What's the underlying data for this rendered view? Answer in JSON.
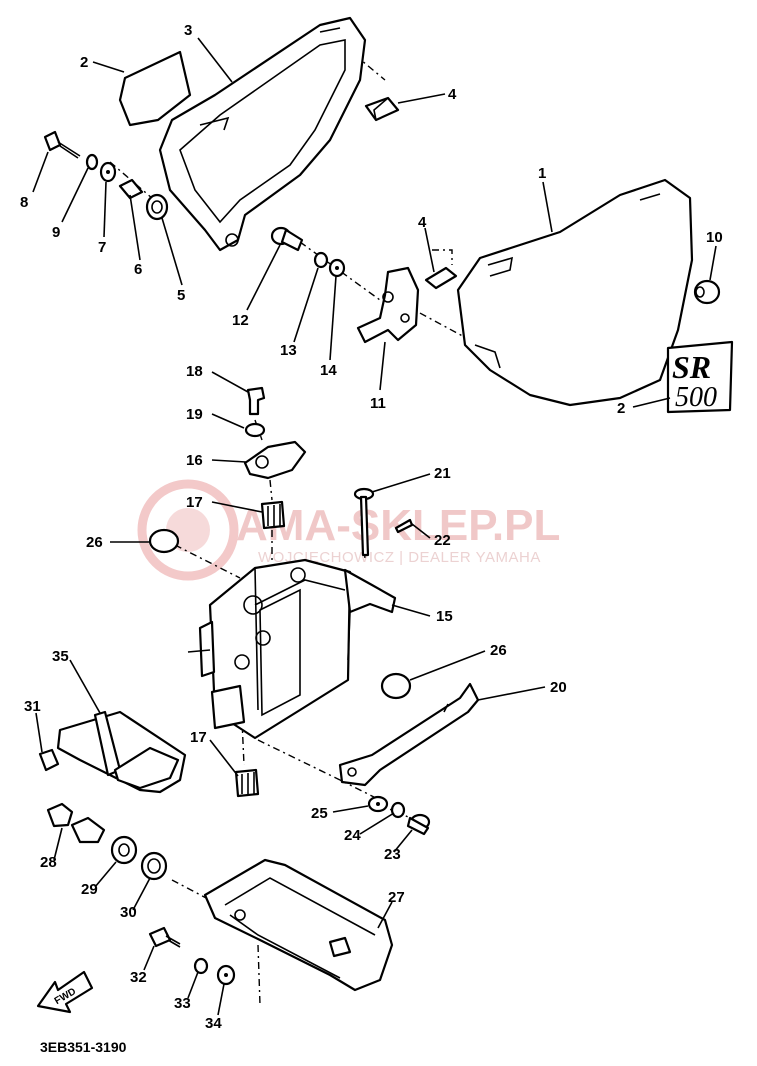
{
  "watermark": {
    "title": "AMA-SKLEP.PL",
    "subtitle": "WOJCIECHOWICZ | DEALER YAMAHA"
  },
  "emblem": {
    "line1": "SR",
    "line2": "500"
  },
  "direction_badge": "FWD",
  "diagram_code": "3EB351-3190",
  "callouts": {
    "c1": "1",
    "c2a": "2",
    "c2b": "2",
    "c3": "3",
    "c4a": "4",
    "c4b": "4",
    "c5": "5",
    "c6": "6",
    "c7": "7",
    "c8": "8",
    "c9": "9",
    "c10": "10",
    "c11": "11",
    "c12": "12",
    "c13": "13",
    "c14": "14",
    "c15": "15",
    "c16": "16",
    "c17a": "17",
    "c17b": "17",
    "c18": "18",
    "c19": "19",
    "c20": "20",
    "c21": "21",
    "c22": "22",
    "c23": "23",
    "c24": "24",
    "c25": "25",
    "c26a": "26",
    "c26b": "26",
    "c27": "27",
    "c28": "28",
    "c29": "29",
    "c30": "30",
    "c31": "31",
    "c32": "32",
    "c33": "33",
    "c34": "34",
    "c35": "35"
  }
}
